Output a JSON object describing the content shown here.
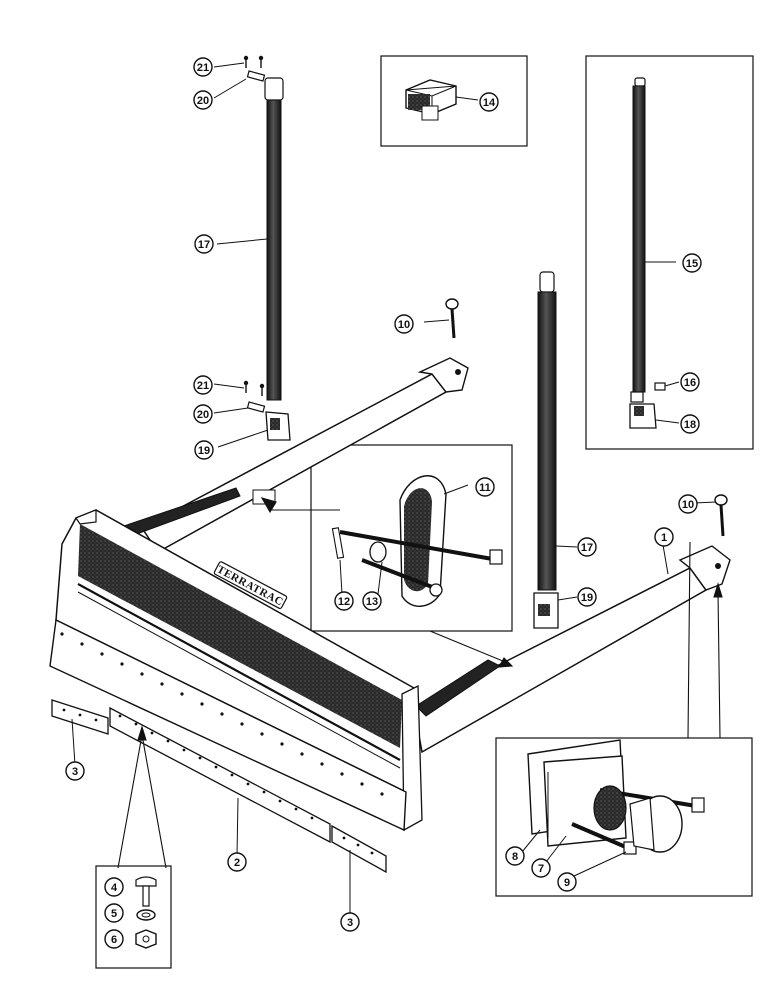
{
  "blade": {
    "brand": "TERRATRAC"
  },
  "parts": [
    {
      "id": "p1",
      "number": "1"
    },
    {
      "id": "p2",
      "number": "2"
    },
    {
      "id": "p3a",
      "number": "3"
    },
    {
      "id": "p3b",
      "number": "3"
    },
    {
      "id": "p4",
      "number": "4"
    },
    {
      "id": "p5",
      "number": "5"
    },
    {
      "id": "p6",
      "number": "6"
    },
    {
      "id": "p7",
      "number": "7"
    },
    {
      "id": "p8",
      "number": "8"
    },
    {
      "id": "p9",
      "number": "9"
    },
    {
      "id": "p10a",
      "number": "10"
    },
    {
      "id": "p10b",
      "number": "10"
    },
    {
      "id": "p11",
      "number": "11"
    },
    {
      "id": "p12",
      "number": "12"
    },
    {
      "id": "p13",
      "number": "13"
    },
    {
      "id": "p14",
      "number": "14"
    },
    {
      "id": "p15",
      "number": "15"
    },
    {
      "id": "p16",
      "number": "16"
    },
    {
      "id": "p17a",
      "number": "17"
    },
    {
      "id": "p17b",
      "number": "17"
    },
    {
      "id": "p18",
      "number": "18"
    },
    {
      "id": "p19a",
      "number": "19"
    },
    {
      "id": "p19b",
      "number": "19"
    },
    {
      "id": "p20a",
      "number": "20"
    },
    {
      "id": "p20b",
      "number": "20"
    },
    {
      "id": "p21a",
      "number": "21"
    },
    {
      "id": "p21b",
      "number": "21"
    }
  ]
}
